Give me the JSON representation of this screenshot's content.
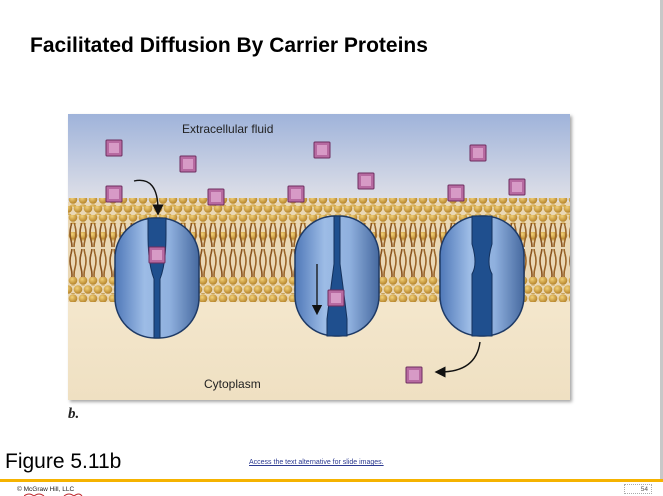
{
  "slide": {
    "title": "Facilitated Diffusion By Carrier Proteins",
    "part_label": "b.",
    "figure_caption": "Figure 5.11b",
    "alt_link_text": "Access the text alternative for slide images.",
    "copyright": "© McGraw Hill, LLC",
    "page_number": "54"
  },
  "diagram": {
    "labels": {
      "extracellular": "Extracellular fluid",
      "cytoplasm": "Cytoplasm"
    },
    "colors": {
      "fluid_top": "#9fb6dc",
      "cytoplasm": "#f2e4c8",
      "lipid_head": "#c99a35",
      "lipid_tail": "#8e5a22",
      "carrier_protein": "#7fa3d6",
      "carrier_outline": "#1f3b6b",
      "solute": "#b86aa3",
      "accent_bar": "#f5b300"
    }
  }
}
